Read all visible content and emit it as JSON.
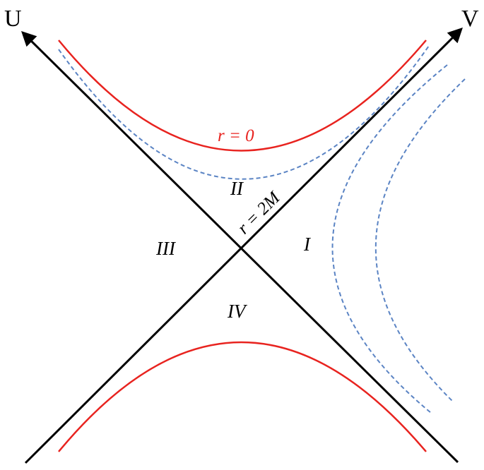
{
  "axes": {
    "u_label": "U",
    "v_label": "V"
  },
  "regions": {
    "region_1": "I",
    "region_2": "II",
    "region_3": "III",
    "region_4": "IV"
  },
  "labels": {
    "singularity": "r = 0",
    "horizon": "r = 2M"
  },
  "colors": {
    "horizon_lines": "#000000",
    "singularity_curves": "#e8231f",
    "constant_r_curves": "#5b84c4"
  },
  "line_styles": {
    "singularity_curves": "solid",
    "constant_r_curves": "dashed"
  }
}
